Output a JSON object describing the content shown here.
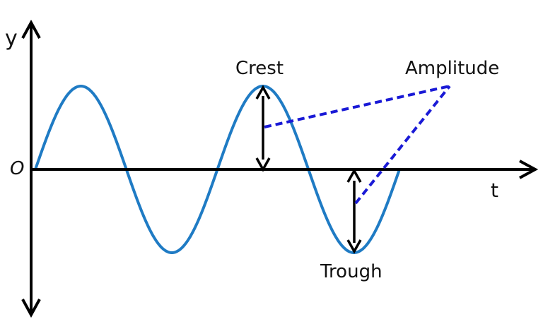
{
  "labels": {
    "y_axis": "y",
    "origin": "O",
    "t_axis": "t",
    "crest": "Crest",
    "amplitude": "Amplitude",
    "trough": "Trough"
  },
  "colors": {
    "wave": "#1f7bc4",
    "axes": "#000000",
    "amplitude_pointer": "#1a1ad6"
  },
  "wave": {
    "cycles": 2,
    "shape": "sine"
  }
}
